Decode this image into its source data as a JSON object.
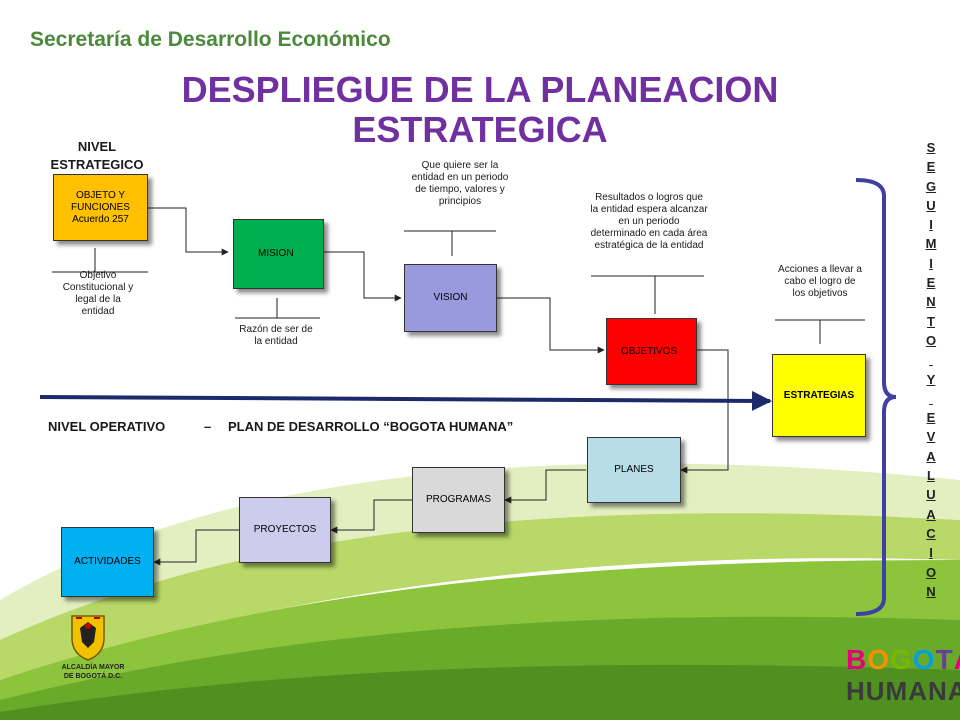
{
  "header": {
    "title": "Secretaría de Desarrollo Económico"
  },
  "slide": {
    "title_line1": "DESPLIEGUE DE LA PLANEACION",
    "title_line2": "ESTRATEGICA"
  },
  "levels": {
    "strategic": "NIVEL ESTRATEGICO",
    "operative": "NIVEL OPERATIVO",
    "dash": "–",
    "plan": "PLAN DE DESARROLLO “BOGOTA HUMANA”"
  },
  "boxes": {
    "objeto": "OBJETO Y FUNCIONES Acuerdo 257",
    "mision": "MISION",
    "vision": "VISION",
    "objetivos": "OBJETIVOS",
    "estrategias": "ESTRATEGIAS",
    "planes": "PLANES",
    "programas": "PROGRAMAS",
    "proyectos": "PROYECTOS",
    "actividades": "ACTIVIDADES"
  },
  "notes": {
    "objeto": "Objetivo Constitucional y legal de la entidad",
    "mision": "Razón de ser de la entidad",
    "vision": "Que quiere ser la entidad en un periodo de tiempo, valores y principios",
    "objetivos": "Resultados o logros que la entidad espera alcanzar en un periodo determinado en cada área estratégica de la entidad",
    "estrategias": "Acciones a llevar a cabo el logro de los objetivos"
  },
  "side_label": [
    "S",
    "E",
    "G",
    "U",
    "I",
    "M",
    "I",
    "E",
    "N",
    "T",
    "O",
    "",
    "Y",
    "",
    "E",
    "V",
    "A",
    "L",
    "U",
    "A",
    "C",
    "I",
    "O",
    "N"
  ],
  "logo": {
    "line1": "ALCALDÍA MAYOR",
    "line2": "DE BOGOTÁ D.C."
  },
  "brand": {
    "word1": "BOGOTÁ",
    "word2": "HUMANA"
  },
  "colors": {
    "title_purple": "#7030a0",
    "header_green": "#4a8a3a",
    "objeto": "#ffc000",
    "mision": "#00b050",
    "vision": "#9999dd",
    "objetivos": "#ff0000",
    "estrategias": "#ffff00",
    "planes": "#b7dde8",
    "programas": "#d9d9d9",
    "proyectos": "#ccccee",
    "actividades": "#00b0f0",
    "bracket": "#4040a0"
  }
}
